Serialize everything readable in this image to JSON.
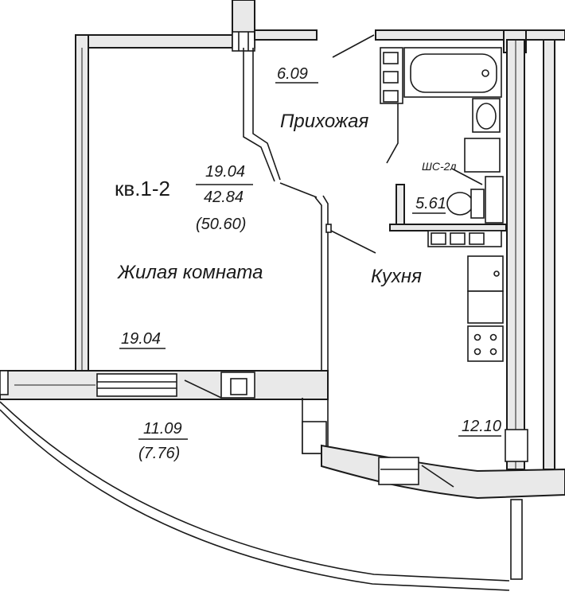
{
  "plan": {
    "apartment_label": "кв.1-2",
    "areas": {
      "living": "19.04",
      "total": "42.84",
      "total_with_balcony": "(50.60)"
    },
    "rooms": {
      "living_room": {
        "name": "Жилая комната",
        "area": "19.04"
      },
      "hallway": {
        "name": "Прихожая",
        "area": "6.09"
      },
      "kitchen": {
        "name": "Кухня",
        "area": "12.10"
      },
      "bathroom": {
        "area": "5.61",
        "fixture_label": "ШС-2л"
      },
      "balcony": {
        "area": "11.09",
        "area_reduced": "(7.76)"
      }
    }
  }
}
